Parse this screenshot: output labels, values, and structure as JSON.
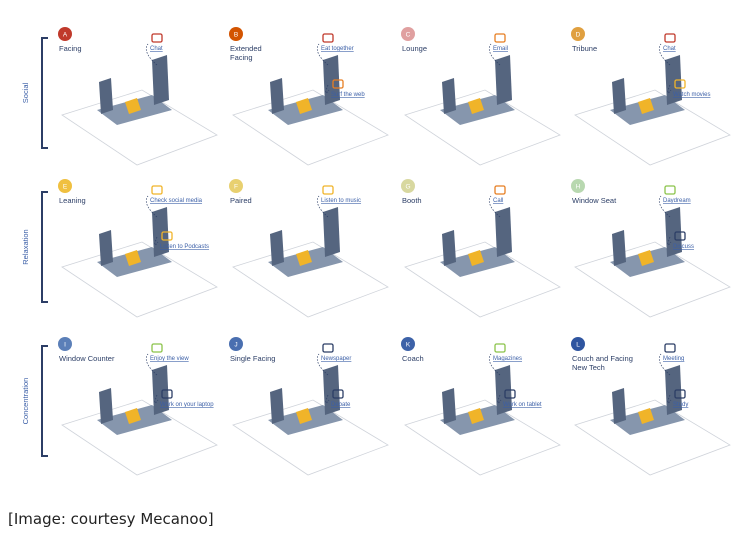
{
  "colors": {
    "navy": "#2c3e66",
    "blue_label": "#3b5fa7",
    "yellow": "#f0b429",
    "red_icon": "#c0392b",
    "orange_icon": "#e67e22",
    "green_icon": "#8bc34a",
    "floor": "#ffffff",
    "panel": "#55657f",
    "seat": "#8696ad",
    "wood": "#d4b896"
  },
  "groups": [
    {
      "label": "Social",
      "icon": "bracket"
    },
    {
      "label": "Relaxation",
      "icon": "bracket"
    },
    {
      "label": "Concentration",
      "icon": "bracket"
    }
  ],
  "modules": [
    {
      "letter": "A",
      "title": [
        "Facing"
      ],
      "badge_color": "#c0392b",
      "activities": [
        {
          "label": "Chat",
          "icon": "chat-icon"
        }
      ]
    },
    {
      "letter": "B",
      "title": [
        "Extended",
        "Facing"
      ],
      "badge_color": "#d35400",
      "activities": [
        {
          "label": "Eat together",
          "icon": "chat-icon"
        },
        {
          "label": "Surf the web",
          "icon": "phone-icon"
        }
      ]
    },
    {
      "letter": "C",
      "title": [
        "Lounge"
      ],
      "badge_color": "#e0a0a0",
      "activities": [
        {
          "label": "Email",
          "icon": "phone-icon"
        }
      ]
    },
    {
      "letter": "D",
      "title": [
        "Tribune"
      ],
      "badge_color": "#e0a040",
      "activities": [
        {
          "label": "Chat",
          "icon": "chat-icon"
        },
        {
          "label": "Watch movies",
          "icon": "screen-icon"
        }
      ]
    },
    {
      "letter": "E",
      "title": [
        "Leaning"
      ],
      "badge_color": "#f0c040",
      "activities": [
        {
          "label": "Check social media",
          "icon": "screen-icon"
        },
        {
          "label": "Listen to Podcasts",
          "icon": "screen-icon"
        }
      ]
    },
    {
      "letter": "F",
      "title": [
        "Paired"
      ],
      "badge_color": "#e8d070",
      "activities": [
        {
          "label": "Listen to music",
          "icon": "screen-icon"
        }
      ]
    },
    {
      "letter": "G",
      "title": [
        "Booth"
      ],
      "badge_color": "#d8d8a0",
      "activities": [
        {
          "label": "Call",
          "icon": "phone-icon"
        }
      ]
    },
    {
      "letter": "H",
      "title": [
        "Window Seat"
      ],
      "badge_color": "#b8d8b0",
      "activities": [
        {
          "label": "Daydream",
          "icon": "cloud-icon"
        },
        {
          "label": "Discuss",
          "icon": "pencil-icon"
        }
      ]
    },
    {
      "letter": "I",
      "title": [
        "Window Counter"
      ],
      "badge_color": "#5b7fb8",
      "activities": [
        {
          "label": "Enjoy the view",
          "icon": "cloud-icon"
        },
        {
          "label": "Work on your laptop",
          "icon": "book-icon"
        }
      ]
    },
    {
      "letter": "J",
      "title": [
        "Single Facing"
      ],
      "badge_color": "#4a6fb0",
      "activities": [
        {
          "label": "Newspaper",
          "icon": "book-icon"
        },
        {
          "label": "Debate",
          "icon": "pencil-icon"
        }
      ]
    },
    {
      "letter": "K",
      "title": [
        "Coach"
      ],
      "badge_color": "#3d62a8",
      "activities": [
        {
          "label": "Magazines",
          "icon": "cloud-icon"
        },
        {
          "label": "Work on tablet",
          "icon": "book-icon"
        }
      ]
    },
    {
      "letter": "L",
      "title": [
        "Couch and Facing",
        "New Tech"
      ],
      "badge_color": "#2f55a0",
      "activities": [
        {
          "label": "Meeting",
          "icon": "pencil-icon"
        },
        {
          "label": "Study",
          "icon": "book-icon"
        }
      ]
    }
  ],
  "caption": "[Image: courtesy Mecanoo]"
}
